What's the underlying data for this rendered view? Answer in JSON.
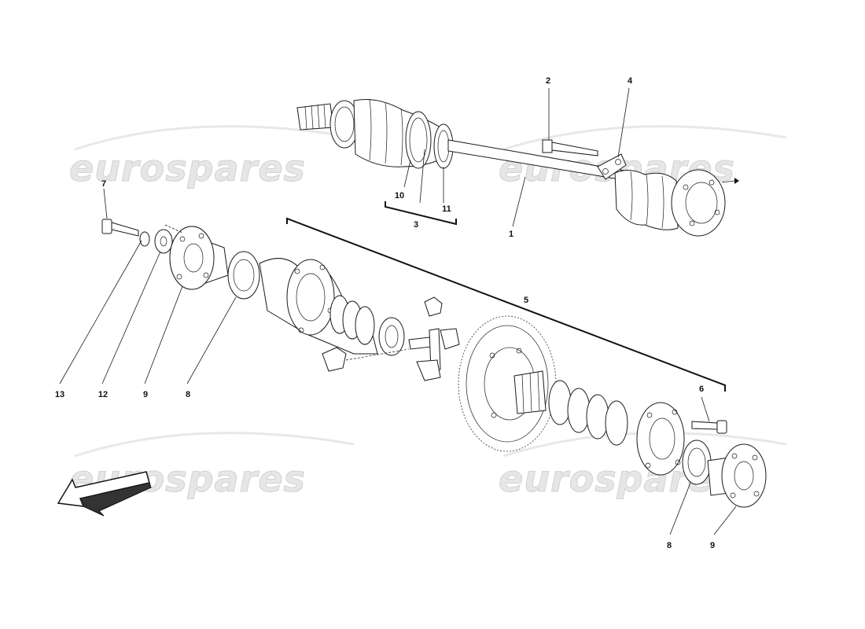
{
  "watermark": {
    "text": "eurospares"
  },
  "callouts": {
    "c1": "1",
    "c2": "2",
    "c3": "3",
    "c4": "4",
    "c5": "5",
    "c6": "6",
    "c7": "7",
    "c8_left": "8",
    "c8_right": "8",
    "c9_left": "9",
    "c9_right": "9",
    "c10": "10",
    "c11": "11",
    "c12": "12",
    "c13": "13"
  }
}
